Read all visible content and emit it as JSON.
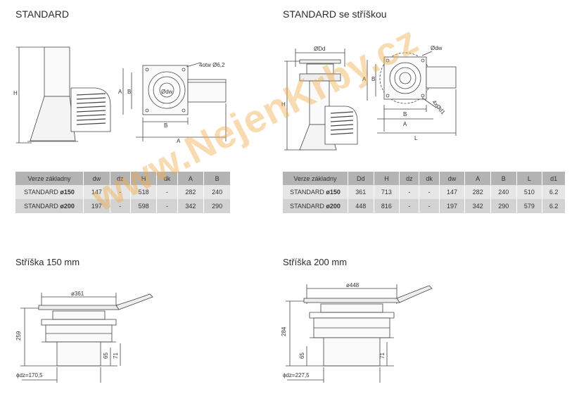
{
  "sections": {
    "standard_title": "STANDARD",
    "standard_roof_title": "STANDARD se stříškou",
    "roof150_title": "Stříška 150 mm",
    "roof200_title": "Stříška 200 mm"
  },
  "drawing_labels": {
    "std_H": "H",
    "std_A_side": "A",
    "std_B_side": "B",
    "std_holes": "4otw Ø6,2",
    "std_dw": "Ødw",
    "std_B_bottom": "B",
    "std_A_bottom": "A",
    "roof_Dd": "ØDd",
    "roof_H": "H",
    "roof_A_side": "A",
    "roof_B_side": "B",
    "roof_dw": "Ødw",
    "roof_holes": "4xØd1",
    "roof_B_bottom": "B",
    "roof_A_bottom": "A",
    "roof_L": "L",
    "r150_diam": "ø361",
    "r150_h": "259",
    "r150_65": "65",
    "r150_71": "71",
    "r150_dz": "ϕdz=170,5",
    "r200_diam": "ø448",
    "r200_h": "284",
    "r200_65": "65",
    "r200_71": "71",
    "r200_dz": "ϕdz=227,5"
  },
  "table_standard": {
    "headers": [
      "Verze základny",
      "dw",
      "dz",
      "H",
      "dk",
      "A",
      "B"
    ],
    "rows": [
      {
        "name": "STANDARD ",
        "size": "ø150",
        "cells": [
          "147",
          "-",
          "518",
          "-",
          "282",
          "240"
        ]
      },
      {
        "name": "STANDARD ",
        "size": "ø200",
        "cells": [
          "197",
          "-",
          "598",
          "-",
          "342",
          "290"
        ]
      }
    ]
  },
  "table_roof": {
    "headers": [
      "Verze základny",
      "Dd",
      "H",
      "dz",
      "dk",
      "dw",
      "A",
      "B",
      "L",
      "d1"
    ],
    "rows": [
      {
        "name": "STANDARD ",
        "size": "ø150",
        "cells": [
          "361",
          "713",
          "-",
          "-",
          "147",
          "282",
          "240",
          "510",
          "6.2"
        ]
      },
      {
        "name": "STANDARD ",
        "size": "ø200",
        "cells": [
          "448",
          "816",
          "-",
          "-",
          "197",
          "342",
          "290",
          "579",
          "6.2"
        ]
      }
    ]
  },
  "watermark": "www.NejenKrby.cz",
  "colors": {
    "table_header": "#b3b3b3",
    "row1": "#e6e6e6",
    "row2": "#d2d2d2",
    "watermark": "#f0aa46"
  }
}
